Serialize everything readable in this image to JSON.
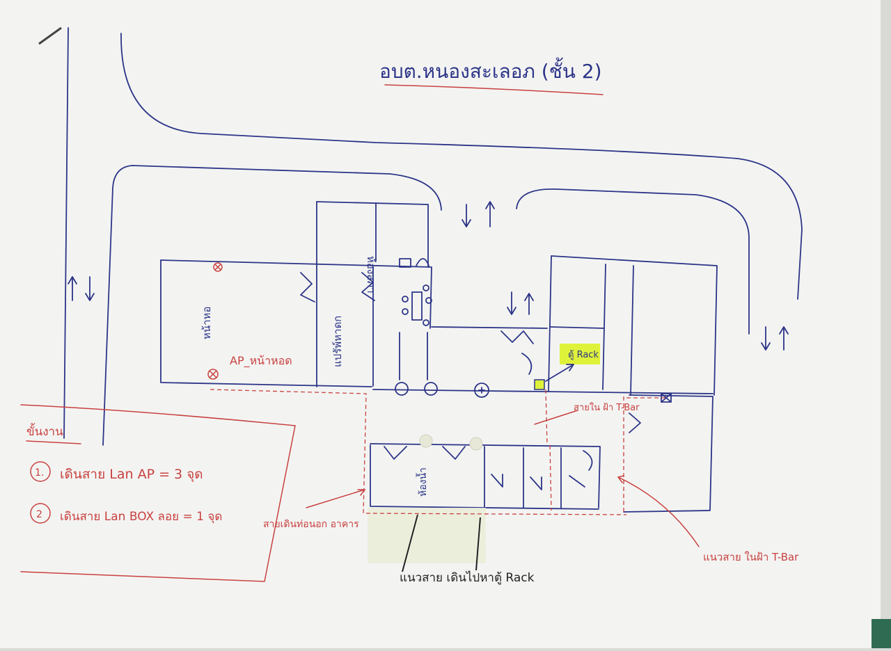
{
  "title": "อบต.หนองสะเลอภ (ชั้น 2)",
  "rooms": {
    "office_front": "หน้าหอ",
    "office_second": "แปรัพ์หาดก",
    "meeting_small": "ห้องสภา",
    "toilet_area": "ห้องน้ำ"
  },
  "labels": {
    "ap_front": "AP_หน้าหอด",
    "rack": "ตู้ Rack",
    "cable_ceiling": "สายใน ฝ้า T-Bar",
    "cable_outer": "สายเดินท่อนอก อาคาร",
    "cable_to_rack": "แนวสาย เดินไปหาตู้ Rack",
    "cable_tbar": "แนวสาย ในฝ้า T-Bar"
  },
  "notes": {
    "heading": "ขั้นงาน",
    "items": [
      {
        "num": "1.",
        "text": "เดินสาย Lan AP = 3 จุด"
      },
      {
        "num": "2",
        "text": "เดินสาย Lan BOX ลอย = 1 จุด"
      }
    ]
  },
  "colors": {
    "ink_blue": "#2c3487",
    "ink_red": "#c8413f",
    "highlight": "#dff23a",
    "paper": "#f3f4f2"
  }
}
